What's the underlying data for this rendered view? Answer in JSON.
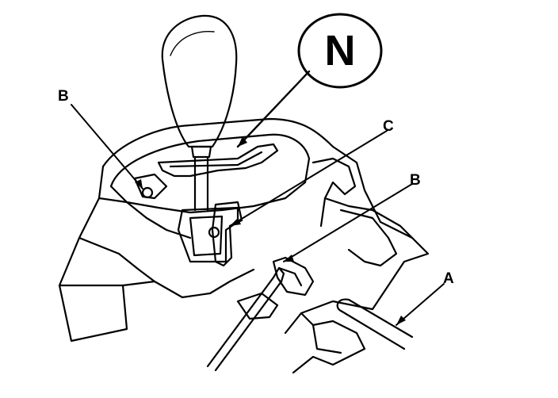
{
  "callouts": {
    "a": "A",
    "b_left": "B",
    "b_right": "B",
    "c": "C",
    "shift_position": "N"
  },
  "colors": {
    "line": "#000000",
    "background": "#ffffff"
  }
}
